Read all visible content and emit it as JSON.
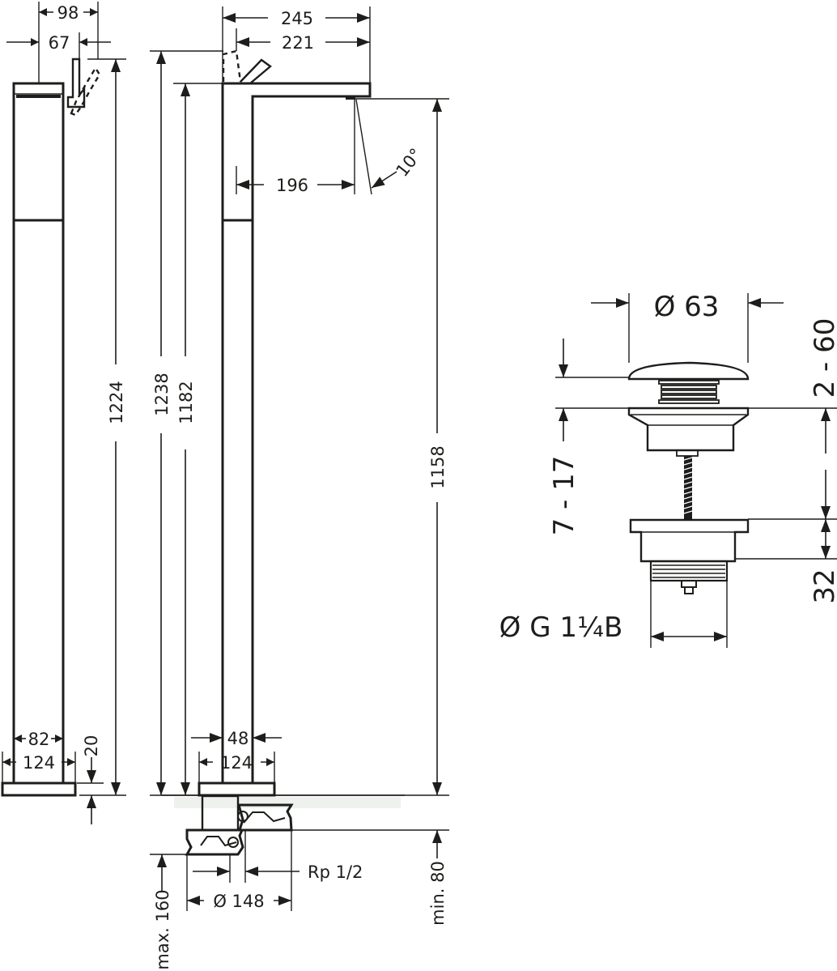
{
  "front_view": {
    "lever_width": "98",
    "lever_offset": "67",
    "total_height": "1224",
    "column_width": "82",
    "base_width": "124",
    "base_height": "20"
  },
  "side_view": {
    "spout_reach": "245",
    "spout_reach_inner": "221",
    "height_overall": "1238",
    "height_spout_top": "1182",
    "spout_projection": "196",
    "spout_angle": "10°",
    "outlet_height": "1158",
    "column_depth": "48",
    "base_width": "124",
    "connection": "Rp 1/2",
    "rosette_diameter": "Ø 148",
    "min_depth": "min. 80",
    "max_depth": "max. 160"
  },
  "waste_detail": {
    "plug_diameter": "Ø 63",
    "plug_lift": "2 - 60",
    "clamp_range": "7 - 17",
    "body_height": "32",
    "thread": "Ø G 1¼B"
  }
}
